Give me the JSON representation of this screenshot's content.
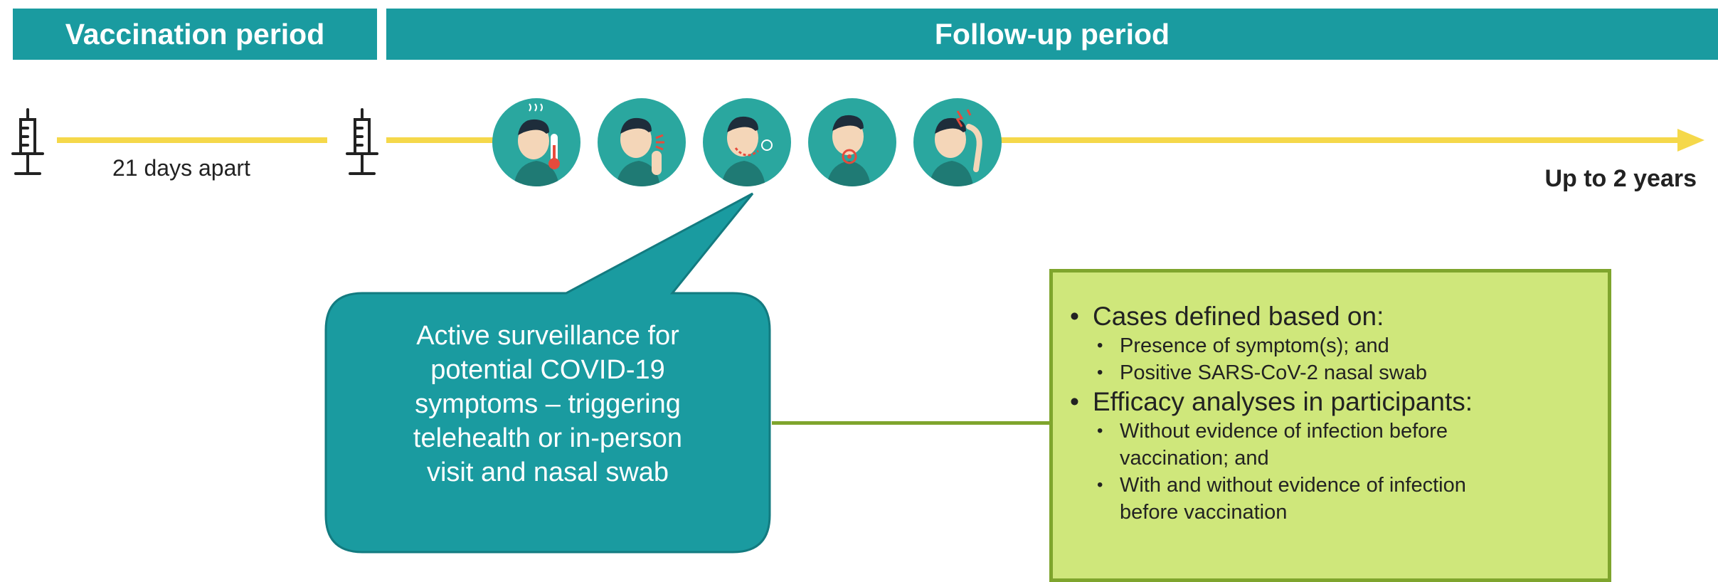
{
  "header": {
    "vaccination_period": "Vaccination period",
    "follow_up_period": "Follow-up period"
  },
  "timeline": {
    "interval_label": "21 days apart",
    "duration_label": "Up to 2 years",
    "dose_icon": "syringe-icon",
    "line_color": "#f5d84a"
  },
  "symptoms": [
    {
      "icon": "fever-icon"
    },
    {
      "icon": "cough-icon"
    },
    {
      "icon": "sore-throat-icon"
    },
    {
      "icon": "throat-pain-icon"
    },
    {
      "icon": "headache-icon"
    }
  ],
  "callout": {
    "lines": [
      "Active surveillance for",
      "potential COVID-19",
      "symptoms – triggering",
      "telehealth or in-person",
      "visit and nasal swab"
    ],
    "color": "#1a9ba0"
  },
  "cases_box": {
    "heading1": "Cases defined based on:",
    "sub1": [
      "Presence of symptom(s); and",
      "Positive SARS-CoV-2 nasal swab"
    ],
    "heading2": "Efficacy analyses in participants:",
    "sub2a": [
      "Without evidence of infection before",
      "vaccination; and"
    ],
    "sub2b": [
      "With and without evidence of infection",
      "before vaccination"
    ],
    "fill": "#cfe77b",
    "border": "#7fa52d"
  },
  "colors": {
    "band": "#1a9ba0",
    "symptom_circle": "#2aa79f"
  }
}
